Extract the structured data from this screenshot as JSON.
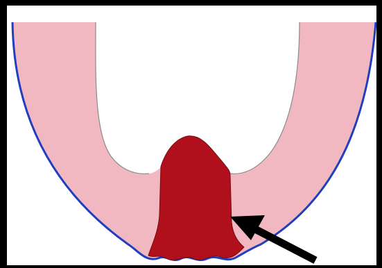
{
  "diagram": {
    "colors": {
      "frame": "#000000",
      "background": "#ffffff",
      "wall": "#f2b8c2",
      "wall_border": "#1f3fbf",
      "lumen_edge": "#8a8a8a",
      "mass": "#b0101c",
      "mass_edge": "#7a0a12",
      "arrow": "#000000"
    },
    "parts": [
      {
        "id": "wall",
        "icon": "u-shaped-wall-shape"
      },
      {
        "id": "lumen",
        "icon": "open-lumen-shape"
      },
      {
        "id": "mass",
        "icon": "dark-red-mass-shape"
      },
      {
        "id": "pointer",
        "icon": "black-arrow-icon"
      }
    ]
  }
}
